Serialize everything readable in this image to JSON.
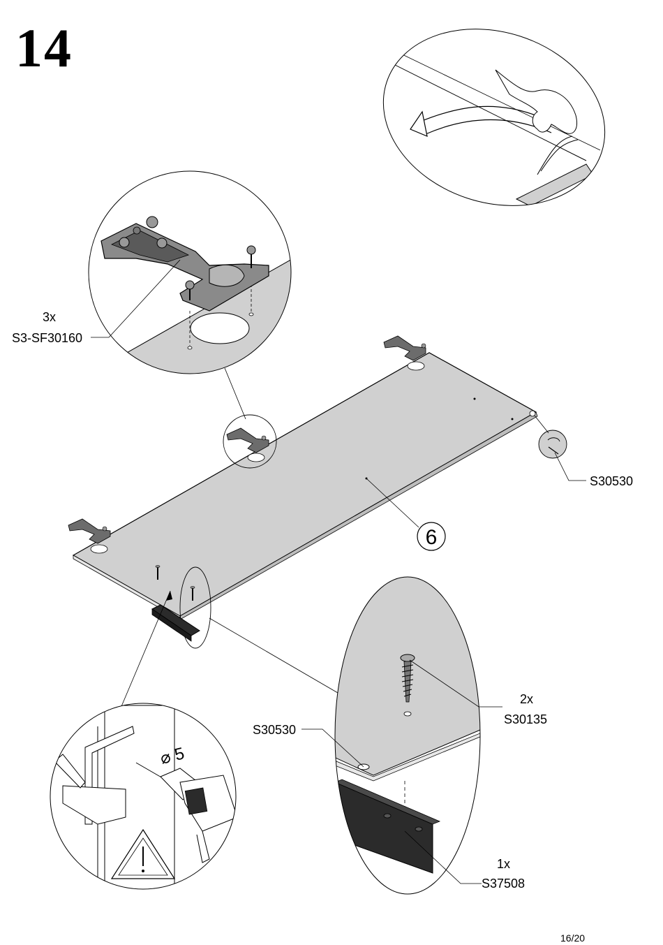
{
  "step": {
    "number": "14"
  },
  "callouts": {
    "hinge": {
      "qty": "3x",
      "code": "S3-SF30160"
    },
    "cap_right": {
      "code": "S30530"
    },
    "panel": {
      "number": "6"
    },
    "screw": {
      "qty": "2x",
      "code": "S30135"
    },
    "cap_detail": {
      "code": "S30530"
    },
    "handle": {
      "qty": "1x",
      "code": "S37508"
    },
    "drill": {
      "diameter": "⌀ 5"
    }
  },
  "footer": {
    "page": "16/20"
  },
  "colors": {
    "panel_fill": "#d0d0d0",
    "dark_part": "#2b2b2b",
    "line": "#000000"
  }
}
